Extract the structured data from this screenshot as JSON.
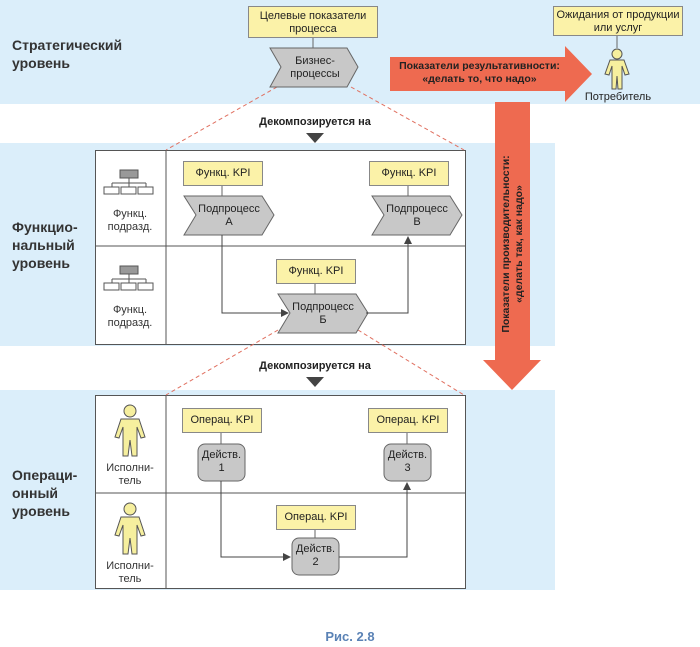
{
  "strategic": {
    "level_label": "Стратегический уровень",
    "target_box": "Целевые показатели процесса",
    "business_processes": "Бизнес-процессы",
    "effectiveness_arrow": "Показатели результативности: «делать то, что надо»",
    "expectations_box": "Ожидания от продукции или услуг",
    "consumer": "Потребитель"
  },
  "decompose_1": "Декомпозируется на",
  "functional": {
    "level_label": "Функцио-нальный уровень",
    "unit_caption": "Функц. подразд.",
    "kpi": "Функц. KPI",
    "subprocess_a": "Подпроцесс А",
    "subprocess_b": "Подпроцесс Б",
    "subprocess_v": "Подпроцесс В"
  },
  "efficiency_arrow": "Показатели производительности: «делать так, как надо»",
  "decompose_2": "Декомпозируется на",
  "operational": {
    "level_label": "Операци-онный уровень",
    "performer": "Исполни-тель",
    "kpi": "Операц. KPI",
    "action_1": "Действ. 1",
    "action_2": "Действ. 2",
    "action_3": "Действ. 3"
  },
  "figure_caption": "Рис. 2.8",
  "colors": {
    "band": "#dbeefa",
    "kpi_fill": "#fbf2a8",
    "shape_gray": "#c8c8c8",
    "arrow_red": "#ee6a50",
    "person_fill": "#f6ef9e",
    "dashed_red": "#e07060"
  }
}
